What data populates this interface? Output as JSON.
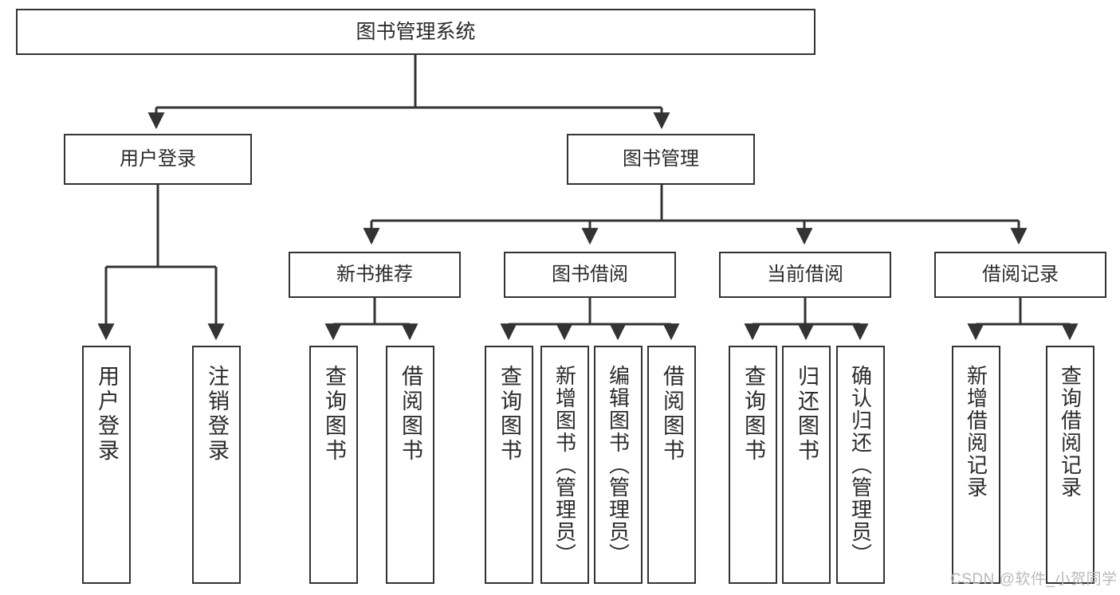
{
  "diagram": {
    "type": "tree-hierarchy",
    "title": "图书管理系统",
    "orientation": "top-down",
    "nodes": {
      "root": {
        "label": "图书管理系统"
      },
      "level2": [
        {
          "id": "user_login",
          "label": "用户登录"
        },
        {
          "id": "book_mgmt",
          "label": "图书管理"
        }
      ],
      "level3": [
        {
          "id": "new_book_rec",
          "label": "新书推荐"
        },
        {
          "id": "book_borrow",
          "label": "图书借阅"
        },
        {
          "id": "current_borrow",
          "label": "当前借阅"
        },
        {
          "id": "borrow_record",
          "label": "借阅记录"
        }
      ],
      "leaves": [
        {
          "id": "leaf_user_login",
          "label": "用户登录",
          "parent": "user_login"
        },
        {
          "id": "leaf_user_logout",
          "label": "注销登录",
          "parent": "user_login"
        },
        {
          "id": "leaf_query_book_1",
          "label": "查询图书",
          "parent": "new_book_rec"
        },
        {
          "id": "leaf_borrow_book_1",
          "label": "借阅图书",
          "parent": "new_book_rec"
        },
        {
          "id": "leaf_query_book_2",
          "label": "查询图书",
          "parent": "book_borrow"
        },
        {
          "id": "leaf_add_book",
          "label": "新增图书（管理员）",
          "parent": "book_borrow"
        },
        {
          "id": "leaf_edit_book",
          "label": "编辑图书（管理员）",
          "parent": "book_borrow"
        },
        {
          "id": "leaf_borrow_book_2",
          "label": "借阅图书",
          "parent": "book_borrow"
        },
        {
          "id": "leaf_query_book_3",
          "label": "查询图书",
          "parent": "current_borrow"
        },
        {
          "id": "leaf_return_book",
          "label": "归还图书",
          "parent": "current_borrow"
        },
        {
          "id": "leaf_confirm_return",
          "label": "确认归还（管理员）",
          "parent": "current_borrow"
        },
        {
          "id": "leaf_add_record",
          "label": "新增借阅记录",
          "parent": "borrow_record"
        },
        {
          "id": "leaf_query_record",
          "label": "查询借阅记录",
          "parent": "borrow_record"
        }
      ]
    },
    "colors": {
      "stroke": "#333333",
      "fill": "#ffffff",
      "text": "#2b2b2b",
      "watermark": "#b9b9b9"
    }
  },
  "watermark": {
    "text": "CSDN @软件_小贺同学"
  }
}
